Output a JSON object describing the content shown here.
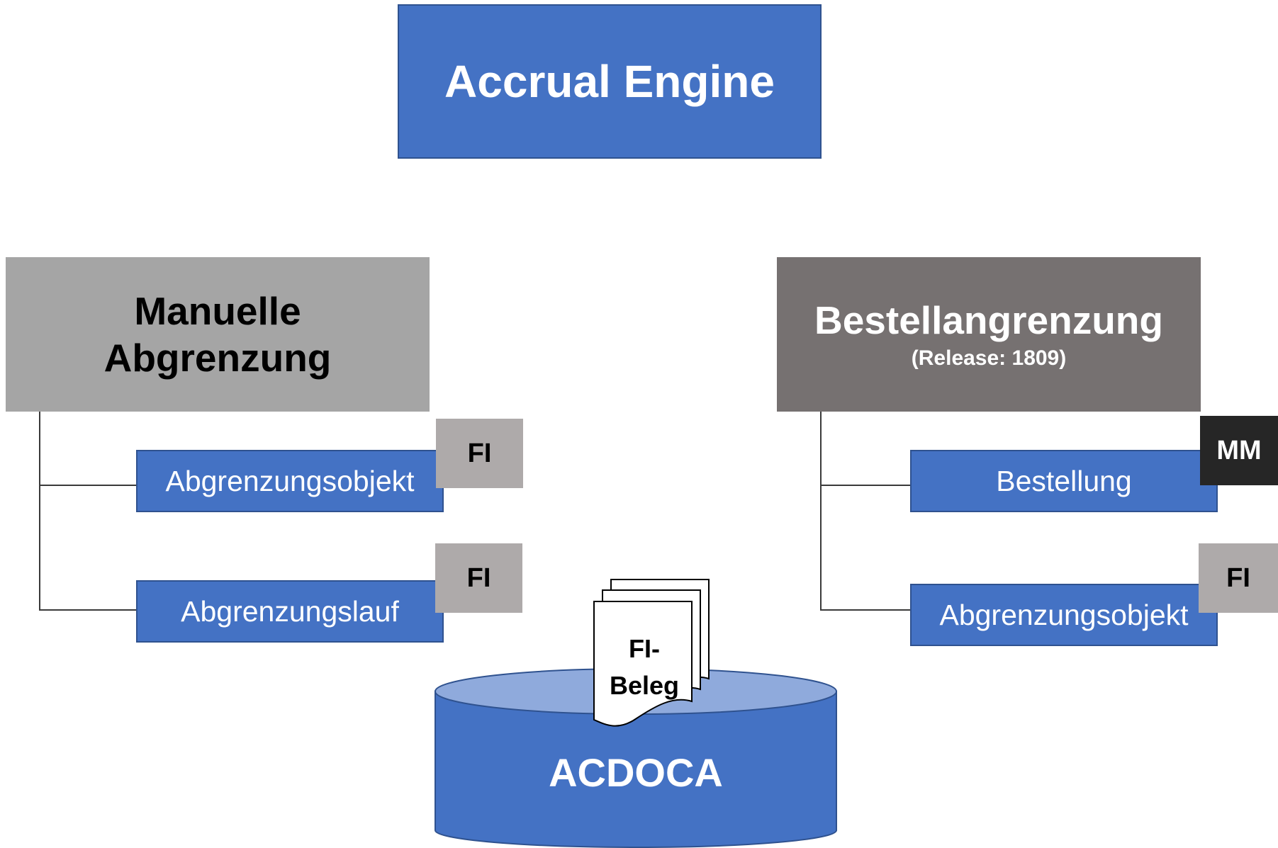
{
  "title": "Accrual Engine",
  "manual": {
    "title_line1": "Manuelle",
    "title_line2": "Abgrenzung",
    "items": [
      {
        "label": "Abgrenzungsobjekt",
        "tag": "FI"
      },
      {
        "label": "Abgrenzungslauf",
        "tag": "FI"
      }
    ]
  },
  "order": {
    "title": "Bestellangrenzung",
    "subtitle": "(Release: 1809)",
    "items": [
      {
        "label": "Bestellung",
        "tag": "MM"
      },
      {
        "label": "Abgrenzungsobjekt",
        "tag": "FI"
      }
    ]
  },
  "database": {
    "label": "ACDOCA",
    "document_line1": "FI-",
    "document_line2": "Beleg"
  },
  "colors": {
    "blue_box": "#4472c4",
    "blue_border": "#2f528f",
    "db_top": "#8faadc",
    "manual_header": "#a5a5a5",
    "order_header": "#767171",
    "fi_tag": "#aeaaaa",
    "mm_tag": "#262626"
  }
}
